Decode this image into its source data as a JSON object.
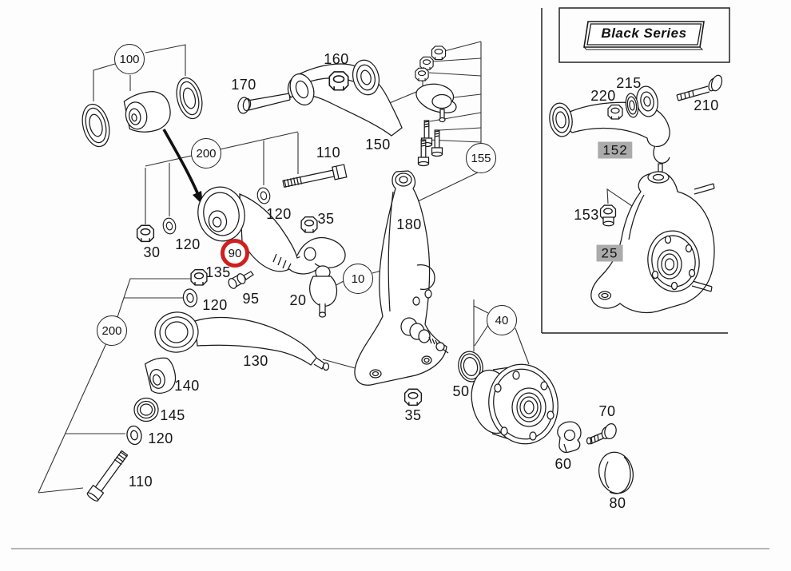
{
  "panel": {
    "title": "Black Series",
    "highlighted_parts": [
      "152",
      "25"
    ]
  },
  "colors": {
    "line": "#1a1a1a",
    "red_marker": "#cf1f1f",
    "gray_highlight": "#ababab",
    "background": "#fdfdfd"
  },
  "labels": {
    "l100": "100",
    "l170": "170",
    "l160": "160",
    "l150": "150",
    "l110a": "110",
    "l200a": "200",
    "l120a": "120",
    "l35a": "35",
    "l155": "155",
    "l180": "180",
    "l30": "30",
    "l120b": "120",
    "l90": "90",
    "l135": "135",
    "l95": "95",
    "l20": "20",
    "l10": "10",
    "l120c": "120",
    "l200b": "200",
    "l130": "130",
    "l140": "140",
    "l145": "145",
    "l120d": "120",
    "l110b": "110",
    "l50": "50",
    "l35b": "35",
    "l40": "40",
    "l60": "60",
    "l70": "70",
    "l80": "80",
    "l220": "220",
    "l215": "215",
    "l210": "210",
    "l152": "152",
    "l153": "153",
    "l25": "25"
  }
}
